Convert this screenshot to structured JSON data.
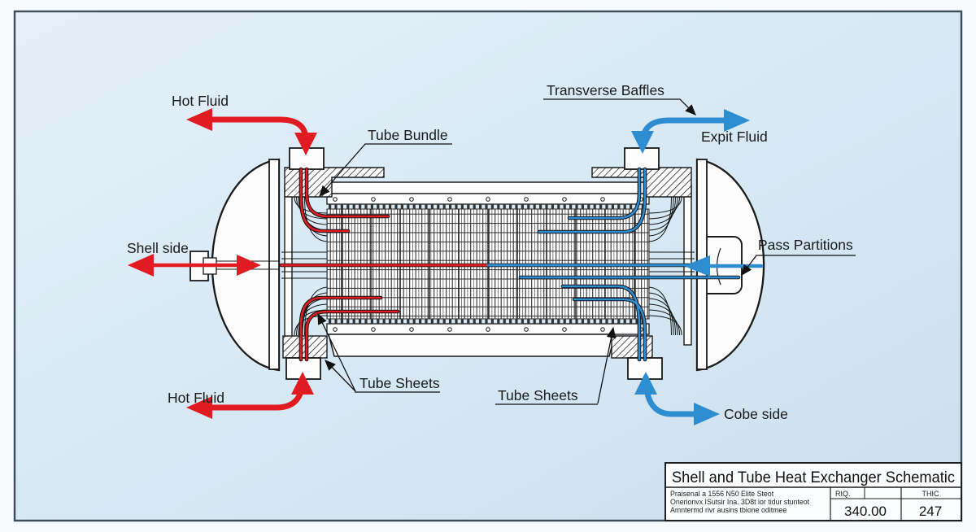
{
  "drawing": {
    "labels": {
      "hot_fluid_top": "Hot Fluid",
      "tube_bundle": "Tube Bundle",
      "transverse_baffles": "Transverse Baffles",
      "exit_fluid": "Expit Fluid",
      "shell_side": "Shell side",
      "pass_partitions": "Pass Partitions",
      "hot_fluid_bottom": "Hot Fluid",
      "tube_sheets_left": "Tube Sheets",
      "tube_sheets_bottom": "Tube Sheets",
      "cold_side": "Cobe side"
    },
    "title_block": {
      "title": "Shell and Tube Heat Exchanger Schematic",
      "notes": [
        "Praisenal a 1556 N50 Elite Steot",
        "Onerionvx ISutsir Ina. 3D8t ior tidur stunteot",
        "Amntermd rivr ausins tbione oditmee"
      ],
      "field1_label": "RIQ.",
      "field1_value": "340.00",
      "field2_label": "THIC",
      "field2_value": "247"
    },
    "colors": {
      "hot": "#e11b22",
      "cold": "#2e8cd1",
      "ink": "#1a1a1a",
      "paper": "#d9e9f4"
    }
  }
}
